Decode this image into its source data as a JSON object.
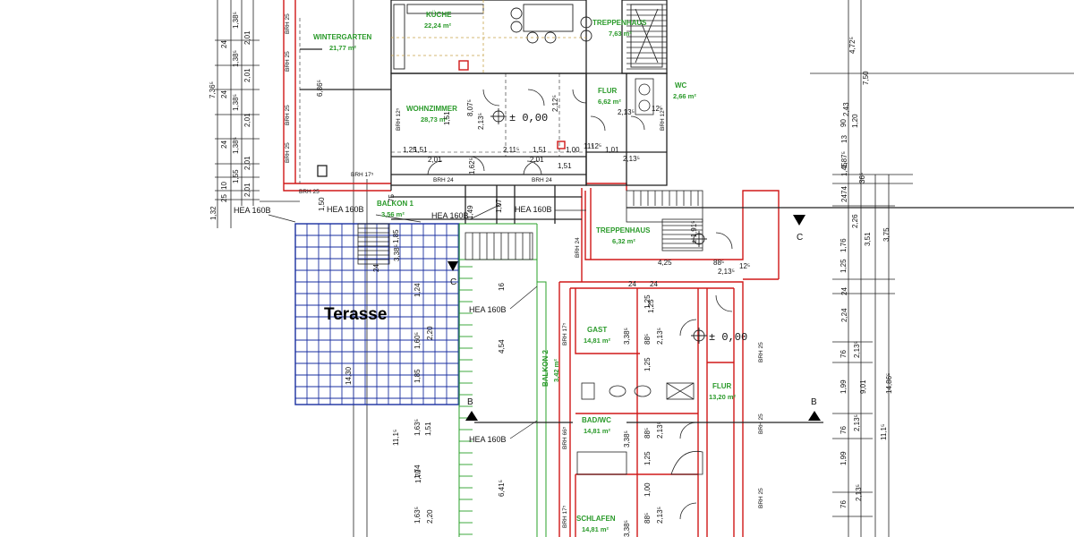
{
  "rooms": {
    "wintergarten": {
      "name": "WINTERGARTEN",
      "area": "21,77 m²"
    },
    "kueche": {
      "name": "KÜCHE",
      "area": "22,24 m²"
    },
    "treppenhaus_top": {
      "name": "TREPPENHAUS",
      "area": "7,63 m²"
    },
    "wohnzimmer": {
      "name": "WOHNZIMMER",
      "area": "28,73 m²"
    },
    "flur_top": {
      "name": "FLUR",
      "area": "6,62 m²"
    },
    "wc": {
      "name": "WC",
      "area": "2,66 m²"
    },
    "balkon1": {
      "name": "BALKON 1",
      "area": "3,56 m²"
    },
    "treppenhaus_mid": {
      "name": "TREPPENHAUS",
      "area": "6,32 m²"
    },
    "gast": {
      "name": "GAST",
      "area": "14,81 m²"
    },
    "balkon2": {
      "name": "BALKON 2",
      "area": "3,42 m²"
    },
    "flur_low": {
      "name": "FLUR",
      "area": "13,20 m²"
    },
    "badwc": {
      "name": "BAD/WC",
      "area": "14,81 m²"
    },
    "schlafen": {
      "name": "SCHLAFEN",
      "area": "14,81 m²"
    }
  },
  "terrace_label": "Terasse",
  "level_marks": [
    "± 0,00",
    "± 0,00",
    "± 1,91⁵"
  ],
  "beams": [
    "HEA 160B",
    "HEA 160B",
    "HEA 160B",
    "HEA 160B",
    "HEA 160B",
    "HEA 160B"
  ],
  "section_marks": {
    "c": "C",
    "b": "B"
  },
  "wall_labels": [
    "BRH 25",
    "BRH 25",
    "BRH 25",
    "BRH 25",
    "BRH 12⁵",
    "BRH 12⁵",
    "BRH 24",
    "BRH 24",
    "BRH 24",
    "BRH 17⁵",
    "BRH 17⁵",
    "BRH 66⁵",
    "BRH 17⁵",
    "BRH 25",
    "BRH 25",
    "BRH 25",
    "BRH 25"
  ],
  "dims": {
    "left_chain": [
      "1,38⁵",
      "2,01",
      "1,38⁵",
      "2,01",
      "1,38⁵",
      "2,01",
      "1,38⁵",
      "2,01",
      "1,55",
      "2,01"
    ],
    "left_small": [
      "24",
      "24",
      "24",
      "25",
      "10"
    ],
    "left_total": [
      "7,36⁵",
      "1,32"
    ],
    "right_chain": [
      "4,72⁵",
      "7,50",
      "2,43",
      "1,20",
      "90",
      "13",
      "1,87⁵",
      "1,45",
      "74",
      "24",
      "36⁵",
      "3,75",
      "2,26",
      "1,76",
      "3,51",
      "1,25",
      "24",
      "2,24",
      "2,13⁵",
      "76",
      "1,99",
      "9,01",
      "14,86⁵",
      "11,1⁵",
      "2,13⁵",
      "76",
      "1,99",
      "2,13⁵",
      "76"
    ],
    "row_mid": [
      "1,25",
      "1,51",
      "2,01",
      "2,11⁵",
      "1,51",
      "2,01",
      "1,00",
      "11⁵",
      "12⁵",
      "1,01",
      "2,13⁵",
      "1,51"
    ],
    "misc": [
      "8,07⁵",
      "1,51",
      "2,13⁵",
      "2,12⁵",
      "2,13⁵",
      "12⁵",
      "6,86⁵",
      "1,62⁵",
      "75",
      "1,50",
      "1,49",
      "1,07",
      "4,25",
      "88⁵",
      "2,13⁵",
      "12⁵",
      "1,25"
    ],
    "terrace": [
      "1,85",
      "3,38⁵",
      "24",
      "1,24",
      "1,60⁵",
      "2,20",
      "1,85",
      "14,30",
      "16",
      "4,54",
      "6,41⁵",
      "1,70"
    ],
    "low_left": [
      "11,1⁵",
      "1,63⁵",
      "1,51",
      "1,74",
      "1,63⁵",
      "2,20"
    ],
    "low_mid": [
      "24",
      "24",
      "1,25",
      "3,38⁵",
      "88⁵",
      "2,13⁵",
      "1,25",
      "3,38⁵",
      "88⁵",
      "2,13⁵",
      "1,25",
      "1,00",
      "88⁵",
      "2,13⁵",
      "3,38⁵"
    ]
  }
}
